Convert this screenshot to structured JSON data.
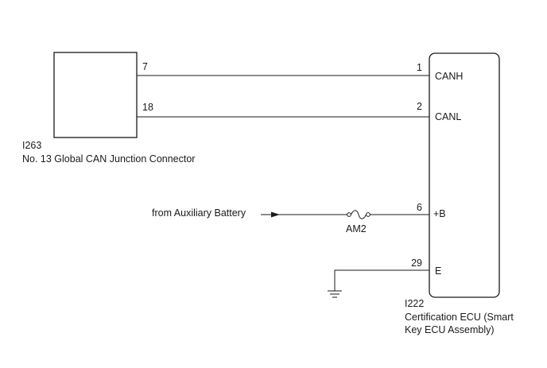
{
  "junction_connector": {
    "code": "I263",
    "name": "No. 13 Global CAN Junction Connector",
    "pins": {
      "canh": "7",
      "canl": "18"
    }
  },
  "ecu": {
    "code": "I222",
    "name_line1": "Certification ECU (Smart",
    "name_line2": "Key ECU Assembly)",
    "pins": [
      {
        "number": "1",
        "label": "CANH"
      },
      {
        "number": "2",
        "label": "CANL"
      },
      {
        "number": "6",
        "label": "+B"
      },
      {
        "number": "29",
        "label": "E"
      }
    ]
  },
  "power": {
    "source_label": "from Auxiliary Battery",
    "fuse_label": "AM2"
  },
  "icons": {
    "arrow": "arrow-right-icon",
    "fuse": "fuse-icon",
    "ground": "ground-icon"
  }
}
